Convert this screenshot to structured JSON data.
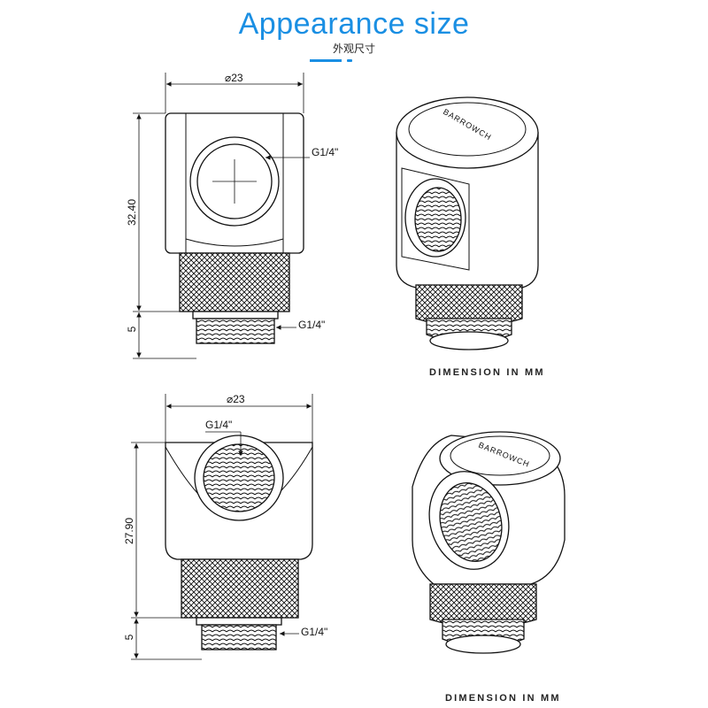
{
  "header": {
    "title": "Appearance size",
    "subtitle": "外观尺寸"
  },
  "top_view": {
    "diameter_label": "⌀23",
    "height_label": "32.40",
    "thread_height_label": "5",
    "port_label": "G1/4\"",
    "thread_label": "G1/4\"",
    "brand": "BARROWCH",
    "caption": "DIMENSION IN MM"
  },
  "bottom_view": {
    "diameter_label": "⌀23",
    "height_label": "27.90",
    "thread_height_label": "5",
    "port_label": "G1/4\"",
    "thread_label": "G1/4\"",
    "brand": "BARROWCH",
    "caption": "DIMENSION IN MM"
  },
  "colors": {
    "accent": "#1a8fe3",
    "line": "#111111"
  }
}
